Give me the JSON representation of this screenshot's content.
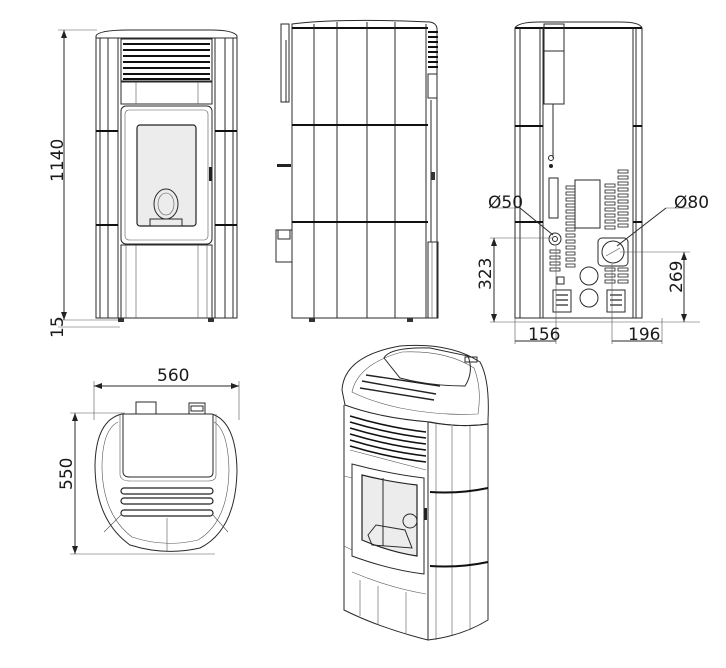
{
  "drawing": {
    "subject": "pellet stove technical dimension drawing",
    "views": [
      "front",
      "side",
      "rear",
      "top",
      "perspective"
    ]
  },
  "front_view": {
    "height_label": "1140",
    "feet_label": "15"
  },
  "rear_view": {
    "outlet_small_diameter": "Ø50",
    "outlet_large_diameter": "Ø80",
    "height_small_outlet": "323",
    "height_large_outlet": "269",
    "offset_left": "156",
    "offset_right": "196"
  },
  "top_view": {
    "width_label": "560",
    "depth_label": "550"
  },
  "colors": {
    "line": "#222222",
    "glass": "#ececec",
    "background": "#ffffff"
  }
}
